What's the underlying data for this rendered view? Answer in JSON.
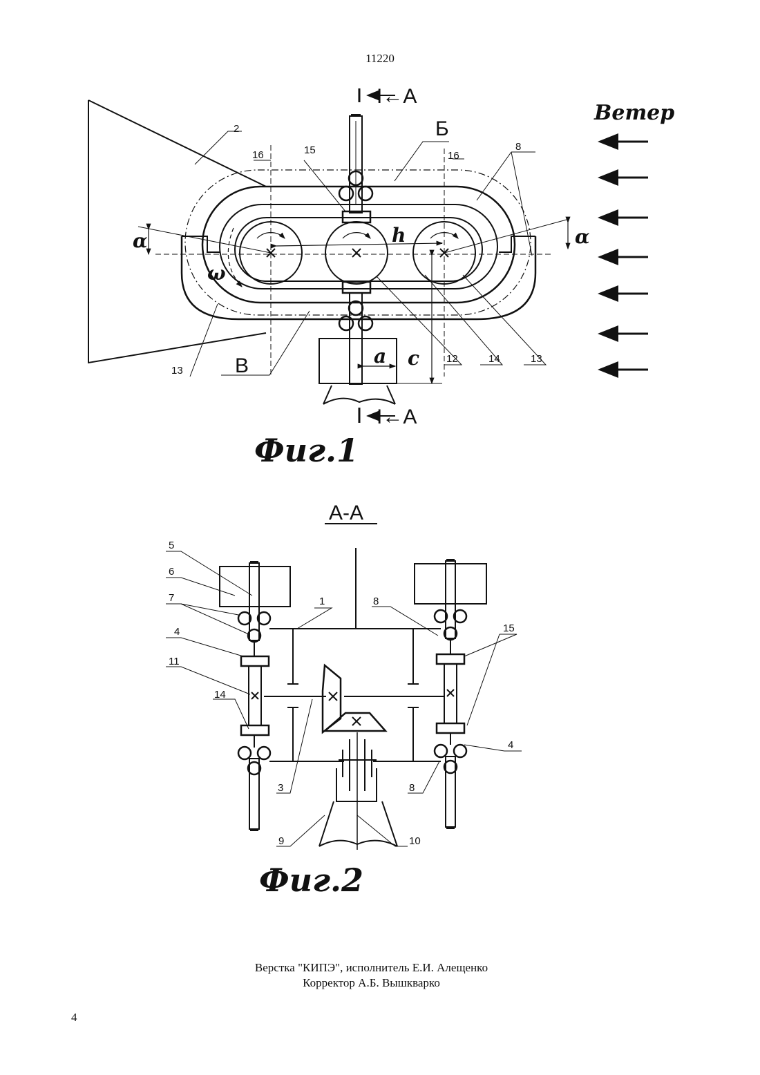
{
  "header": {
    "page_code": "11220"
  },
  "figure1": {
    "caption": "Фиг.1",
    "section_mark_top": "I←A",
    "section_mark_bottom": "I←A",
    "wind_label": "Ветер",
    "zone_b_label": "Б",
    "zone_v_label": "В",
    "symbol_h": "h",
    "symbol_a": "a",
    "symbol_alpha_left": "α",
    "symbol_alpha_right": "α",
    "symbol_omega": "ω",
    "symbol_c": "с",
    "labels": {
      "l2": "2",
      "l16a": "16",
      "l15": "15",
      "l16b": "16",
      "l8": "8",
      "l13a": "13",
      "l12": "12",
      "l14": "14",
      "l13b": "13"
    }
  },
  "figure2": {
    "caption": "Фиг.2",
    "section_title": "А-А",
    "labels": {
      "l5": "5",
      "l6": "6",
      "l7": "7",
      "l4a": "4",
      "l11": "11",
      "l14": "14",
      "l1": "1",
      "l8a": "8",
      "l15": "15",
      "l4b": "4",
      "l3": "3",
      "l8b": "8",
      "l9": "9",
      "l10": "10"
    }
  },
  "footer": {
    "line1": "Верстка \"КИПЭ\", исполнитель Е.И. Алещенко",
    "line2": "Корректор А.Б. Вышкварко"
  },
  "page_number": "4"
}
